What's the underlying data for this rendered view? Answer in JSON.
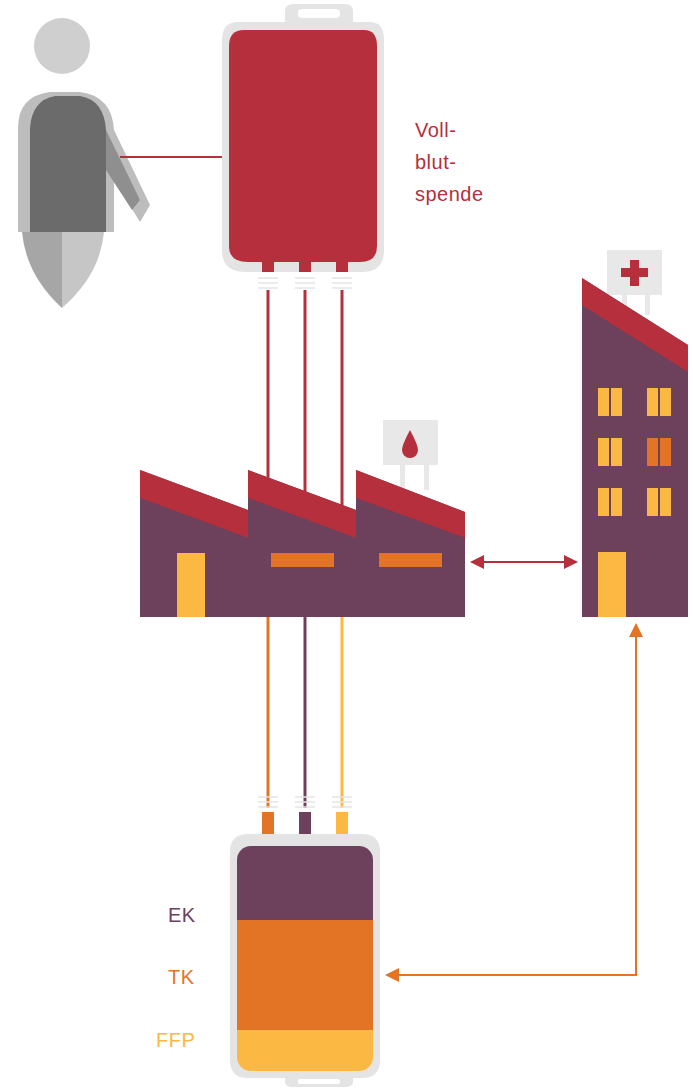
{
  "diagram": {
    "nodes": [
      {
        "text": [
          "Voll- blut- spende"
        ]
      },
      {
        "text": [
          "EK"
        ]
      },
      {
        "text": [
          "TK"
        ]
      },
      {
        "text": [
          "FFP"
        ]
      }
    ]
  }
}
